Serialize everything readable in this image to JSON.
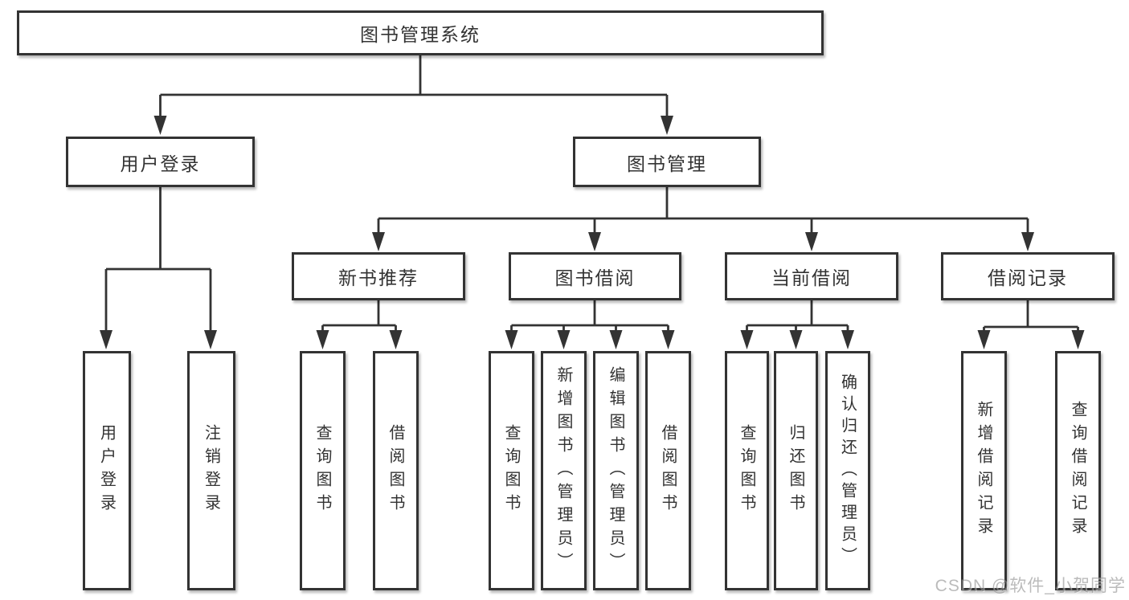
{
  "diagram": {
    "type": "hierarchy-tree",
    "watermark": "CSDN @软件_小贺同学",
    "colors": {
      "line": "#333333",
      "box_border": "#333333",
      "box_background": "#ffffff",
      "text": "#333333",
      "watermark": "#8f8f8f"
    },
    "nodes": {
      "root": {
        "label": "图书管理系统"
      },
      "user_login": {
        "label": "用户登录"
      },
      "book_mgmt": {
        "label": "图书管理"
      },
      "new_book_rec": {
        "label": "新书推荐"
      },
      "book_borrow": {
        "label": "图书借阅"
      },
      "current_borrow": {
        "label": "当前借阅"
      },
      "borrow_records": {
        "label": "借阅记录"
      },
      "leaf_user_login": {
        "label": "用户登录"
      },
      "leaf_logout": {
        "label": "注销登录"
      },
      "leaf_query_book_1": {
        "label": "查询图书"
      },
      "leaf_borrow_book_1": {
        "label": "借阅图书"
      },
      "leaf_query_book_2": {
        "label": "查询图书"
      },
      "leaf_add_book": {
        "label": "新增图书（管理员）"
      },
      "leaf_edit_book": {
        "label": "编辑图书（管理员）"
      },
      "leaf_borrow_book_2": {
        "label": "借阅图书"
      },
      "leaf_query_book_3": {
        "label": "查询图书"
      },
      "leaf_return_book": {
        "label": "归还图书"
      },
      "leaf_confirm_return": {
        "label": "确认归还（管理员）"
      },
      "leaf_add_record": {
        "label": "新增借阅记录"
      },
      "leaf_query_record": {
        "label": "查询借阅记录"
      }
    },
    "edges": [
      {
        "from": "图书管理系统",
        "to": [
          "用户登录",
          "图书管理"
        ]
      },
      {
        "from": "用户登录",
        "to": [
          "用户登录",
          "注销登录"
        ]
      },
      {
        "from": "图书管理",
        "to": [
          "新书推荐",
          "图书借阅",
          "当前借阅",
          "借阅记录"
        ]
      },
      {
        "from": "新书推荐",
        "to": [
          "查询图书",
          "借阅图书"
        ]
      },
      {
        "from": "图书借阅",
        "to": [
          "查询图书",
          "新增图书（管理员）",
          "编辑图书（管理员）",
          "借阅图书"
        ]
      },
      {
        "from": "当前借阅",
        "to": [
          "查询图书",
          "归还图书",
          "确认归还（管理员）"
        ]
      },
      {
        "from": "借阅记录",
        "to": [
          "新增借阅记录",
          "查询借阅记录"
        ]
      }
    ]
  }
}
